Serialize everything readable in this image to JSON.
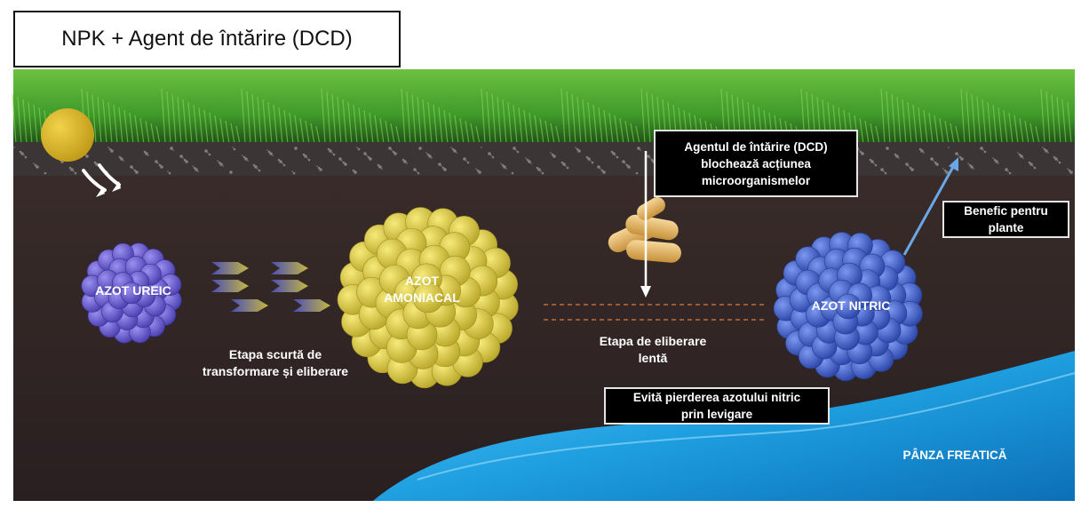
{
  "title": "NPK + Agent de întărire (DCD)",
  "nodes": {
    "ureic": "AZOT UREIC",
    "amoniacal": "AZOT\nAMONIACAL",
    "nitric": "AZOT NITRIC"
  },
  "stages": {
    "short": "Etapa scurtă de\ntransformare și eliberare",
    "slow": "Etapa de eliberare\nlentă"
  },
  "callouts": {
    "dcd": "Agentul de întărire (DCD)\nblochează acțiunea\nmicroorganismelor",
    "benefic": "Benefic pentru\nplante",
    "leaching": "Evită pierderea azotului nitric\nprin levigare"
  },
  "water_label": "PÂNZA FREATICĂ",
  "colors": {
    "soil": "#2f2424",
    "grass": "#3f9a2a",
    "ureic": "#6a5fd0",
    "amoniacal": "#d8cc3c",
    "nitric": "#3d5fc8",
    "water": "#1e9fe0",
    "capsule": "#e8b765",
    "dashed": "#e07a3a",
    "arrow_blue": "#6aa7e6"
  }
}
